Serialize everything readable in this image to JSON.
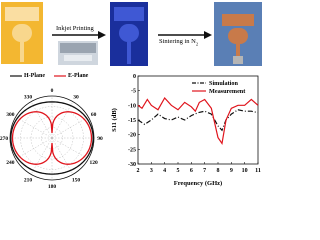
{
  "process": {
    "step1": "Inkjet Printing",
    "step2": "Sintering in N",
    "step2_sub": "2"
  },
  "polar": {
    "legend": [
      "H-Plane",
      "E-Plane"
    ],
    "angles": [
      "0",
      "30",
      "60",
      "90",
      "120",
      "150",
      "180",
      "210",
      "240",
      "270",
      "300",
      "330"
    ],
    "colors": {
      "h_plane": "#111111",
      "e_plane": "#e0141c"
    }
  },
  "chart_data": {
    "type": "line",
    "xlabel": "Frequency (GHz)",
    "ylabel": "S11 (dB)",
    "xlim": [
      2,
      11
    ],
    "ylim": [
      -30,
      0
    ],
    "xticks": [
      "2",
      "3",
      "4",
      "5",
      "6",
      "7",
      "8",
      "9",
      "10",
      "11"
    ],
    "yticks": [
      "0",
      "-5",
      "-10",
      "-15",
      "-20",
      "-25",
      "-30"
    ],
    "legend_position": "top-right",
    "series": [
      {
        "name": "Simulation",
        "style": "dash-dot",
        "color": "#111111",
        "x": [
          2,
          2.5,
          3,
          3.5,
          4,
          4.5,
          5,
          5.5,
          6,
          6.5,
          7,
          7.5,
          8,
          8.3,
          8.6,
          9,
          9.5,
          10,
          10.5,
          11
        ],
        "y": [
          -15,
          -16.5,
          -15,
          -13,
          -14.5,
          -15,
          -14,
          -15,
          -13.5,
          -12.5,
          -12,
          -13,
          -17,
          -18.5,
          -15,
          -13,
          -11.5,
          -12,
          -12,
          -12.5
        ]
      },
      {
        "name": "Measurement",
        "style": "solid",
        "color": "#e0141c",
        "x": [
          2,
          2.3,
          2.7,
          3,
          3.5,
          4,
          4.5,
          5,
          5.5,
          6,
          6.3,
          6.6,
          7,
          7.5,
          8,
          8.3,
          8.6,
          9,
          9.5,
          10,
          10.5,
          11
        ],
        "y": [
          -10,
          -11,
          -8,
          -10,
          -11.5,
          -7.5,
          -10,
          -11.5,
          -9,
          -10.5,
          -12,
          -9,
          -8,
          -11,
          -21,
          -23,
          -15,
          -11,
          -10,
          -10,
          -8,
          -10
        ]
      }
    ]
  }
}
